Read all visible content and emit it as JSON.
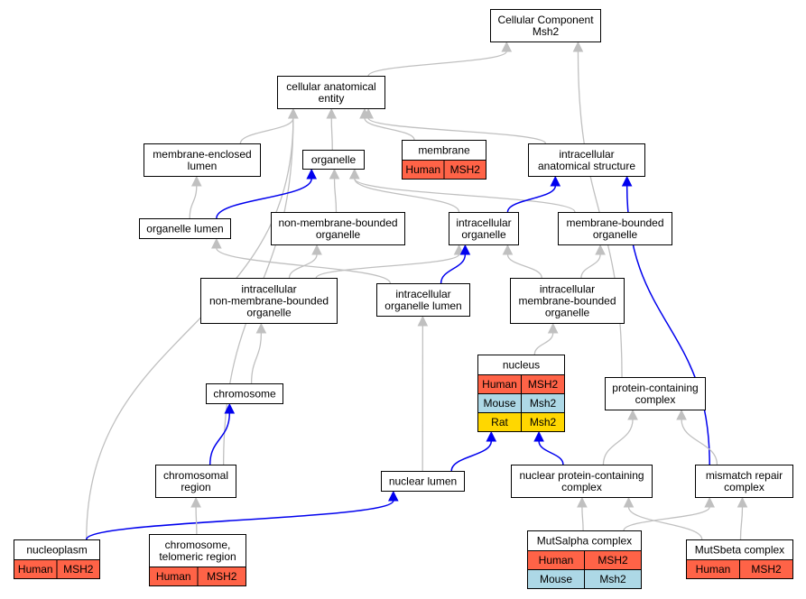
{
  "colors": {
    "edge_is_a": "#C0C0C0",
    "edge_part_of": "#0000EE",
    "species_human": "#FF6347",
    "species_mouse": "#ADD8E6",
    "species_rat": "#FFD700"
  },
  "nodes": {
    "root": {
      "lines": [
        "Cellular Component",
        "Msh2"
      ]
    },
    "cae": {
      "lines": [
        "cellular anatomical",
        "entity"
      ]
    },
    "mel": {
      "lines": [
        "membrane-enclosed",
        "lumen"
      ]
    },
    "organelle": {
      "lines": [
        "organelle"
      ]
    },
    "membrane": {
      "lines": [
        "membrane"
      ],
      "rows": [
        [
          "Human",
          "MSH2"
        ]
      ]
    },
    "ias": {
      "lines": [
        "intracellular",
        "anatomical structure"
      ]
    },
    "ol": {
      "lines": [
        "organelle lumen"
      ]
    },
    "nmbo": {
      "lines": [
        "non-membrane-bounded",
        "organelle"
      ]
    },
    "io": {
      "lines": [
        "intracellular",
        "organelle"
      ]
    },
    "mbo": {
      "lines": [
        "membrane-bounded",
        "organelle"
      ]
    },
    "inmbo": {
      "lines": [
        "intracellular",
        "non-membrane-bounded",
        "organelle"
      ]
    },
    "iol": {
      "lines": [
        "intracellular",
        "organelle lumen"
      ]
    },
    "imbo": {
      "lines": [
        "intracellular",
        "membrane-bounded",
        "organelle"
      ]
    },
    "nucleus": {
      "lines": [
        "nucleus"
      ],
      "rows": [
        [
          "Human",
          "MSH2"
        ],
        [
          "Mouse",
          "Msh2"
        ],
        [
          "Rat",
          "Msh2"
        ]
      ]
    },
    "chromosome": {
      "lines": [
        "chromosome"
      ]
    },
    "pcc": {
      "lines": [
        "protein-containing",
        "complex"
      ]
    },
    "chromreg": {
      "lines": [
        "chromosomal",
        "region"
      ]
    },
    "nl": {
      "lines": [
        "nuclear lumen"
      ]
    },
    "npcc": {
      "lines": [
        "nuclear protein-containing",
        "complex"
      ]
    },
    "mmr": {
      "lines": [
        "mismatch repair",
        "complex"
      ]
    },
    "nucleoplasm": {
      "lines": [
        "nucleoplasm"
      ],
      "rows": [
        [
          "Human",
          "MSH2"
        ]
      ]
    },
    "ctr": {
      "lines": [
        "chromosome,",
        "telomeric region"
      ],
      "rows": [
        [
          "Human",
          "MSH2"
        ]
      ]
    },
    "mutsa": {
      "lines": [
        "MutSalpha complex"
      ],
      "rows": [
        [
          "Human",
          "MSH2"
        ],
        [
          "Mouse",
          "Msh2"
        ]
      ]
    },
    "mutsb": {
      "lines": [
        "MutSbeta complex"
      ],
      "rows": [
        [
          "Human",
          "MSH2"
        ]
      ]
    }
  },
  "edges": [
    {
      "from": "cae",
      "to": "root",
      "relation": "is_a"
    },
    {
      "from": "pcc",
      "to": "root",
      "relation": "is_a"
    },
    {
      "from": "mel",
      "to": "cae",
      "relation": "is_a"
    },
    {
      "from": "organelle",
      "to": "cae",
      "relation": "is_a"
    },
    {
      "from": "membrane",
      "to": "cae",
      "relation": "is_a"
    },
    {
      "from": "ias",
      "to": "cae",
      "relation": "is_a"
    },
    {
      "from": "chromreg",
      "to": "cae",
      "relation": "is_a"
    },
    {
      "from": "nucleoplasm",
      "to": "cae",
      "relation": "is_a"
    },
    {
      "from": "ol",
      "to": "mel",
      "relation": "is_a"
    },
    {
      "from": "ol",
      "to": "organelle",
      "relation": "part_of"
    },
    {
      "from": "nmbo",
      "to": "organelle",
      "relation": "is_a"
    },
    {
      "from": "io",
      "to": "organelle",
      "relation": "is_a"
    },
    {
      "from": "mbo",
      "to": "organelle",
      "relation": "is_a"
    },
    {
      "from": "io",
      "to": "ias",
      "relation": "part_of"
    },
    {
      "from": "mmr",
      "to": "ias",
      "relation": "part_of"
    },
    {
      "from": "inmbo",
      "to": "nmbo",
      "relation": "is_a"
    },
    {
      "from": "inmbo",
      "to": "io",
      "relation": "is_a"
    },
    {
      "from": "iol",
      "to": "io",
      "relation": "part_of"
    },
    {
      "from": "imbo",
      "to": "io",
      "relation": "is_a"
    },
    {
      "from": "imbo",
      "to": "mbo",
      "relation": "is_a"
    },
    {
      "from": "iol",
      "to": "ol",
      "relation": "is_a"
    },
    {
      "from": "nucleus",
      "to": "imbo",
      "relation": "is_a"
    },
    {
      "from": "chromosome",
      "to": "inmbo",
      "relation": "is_a"
    },
    {
      "from": "nl",
      "to": "iol",
      "relation": "is_a"
    },
    {
      "from": "nl",
      "to": "nucleus",
      "relation": "part_of"
    },
    {
      "from": "npcc",
      "to": "nucleus",
      "relation": "part_of"
    },
    {
      "from": "chromreg",
      "to": "chromosome",
      "relation": "part_of"
    },
    {
      "from": "npcc",
      "to": "pcc",
      "relation": "is_a"
    },
    {
      "from": "mmr",
      "to": "pcc",
      "relation": "is_a"
    },
    {
      "from": "nucleoplasm",
      "to": "nl",
      "relation": "part_of"
    },
    {
      "from": "ctr",
      "to": "chromreg",
      "relation": "is_a"
    },
    {
      "from": "mutsa",
      "to": "npcc",
      "relation": "is_a"
    },
    {
      "from": "mutsa",
      "to": "mmr",
      "relation": "is_a"
    },
    {
      "from": "mutsb",
      "to": "npcc",
      "relation": "is_a"
    },
    {
      "from": "mutsb",
      "to": "mmr",
      "relation": "is_a"
    }
  ]
}
